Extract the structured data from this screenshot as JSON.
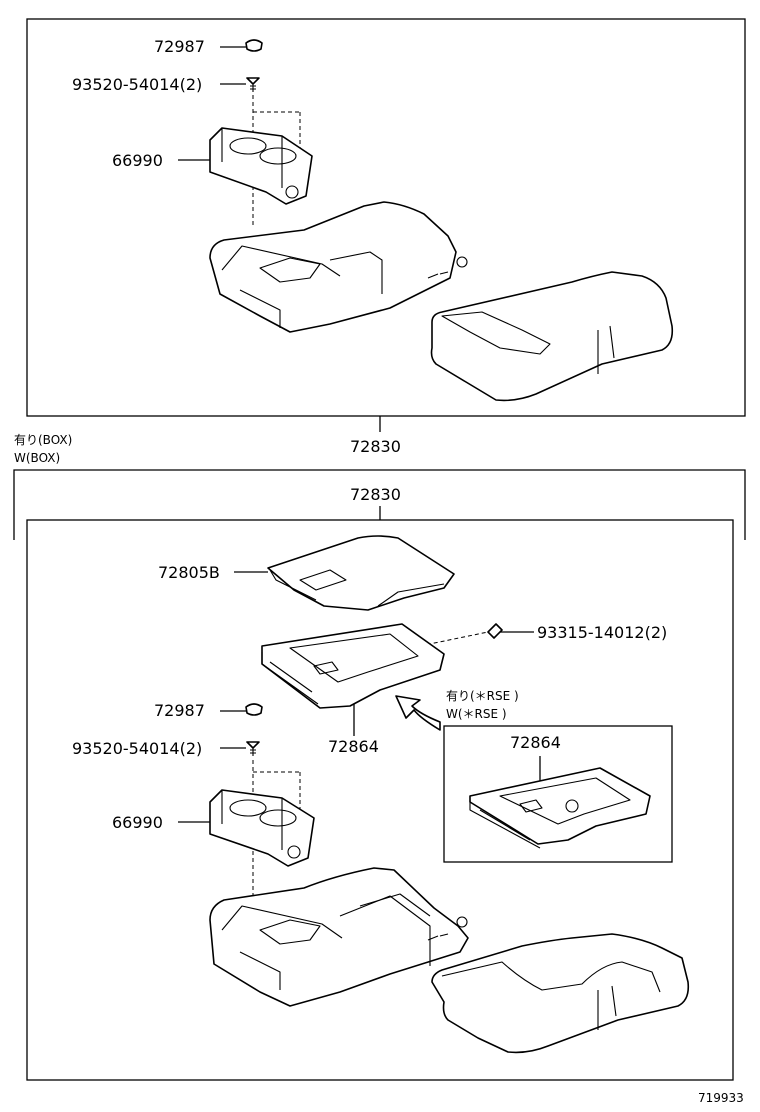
{
  "labels": {
    "top_72987": "72987",
    "top_screw": "93520-54014(2)",
    "top_66990": "66990",
    "mid_72830": "72830",
    "cond_with_jp": "有り(BOX)",
    "cond_with_en": "W(BOX)",
    "bot_72830": "72830",
    "bot_72805b": "72805B",
    "bot_93315": "93315-14012(2)",
    "bot_72987": "72987",
    "bot_screw": "93520-54014(2)",
    "bot_72864": "72864",
    "bot_66990": "66990",
    "rse_jp": "有り(＊RSE  )",
    "rse_en": "W(＊RSE  )",
    "inset_72864": "72864",
    "catalog_no": "719933"
  }
}
